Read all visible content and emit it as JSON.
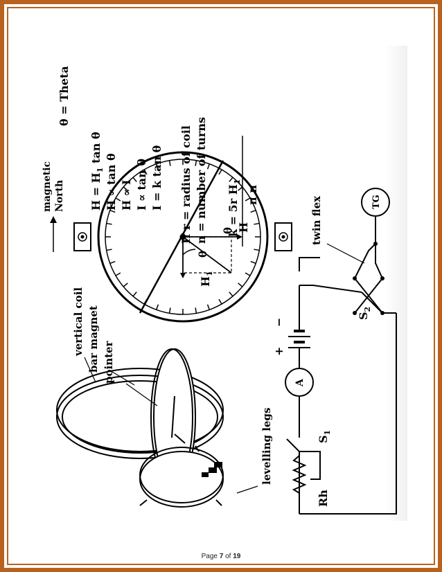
{
  "labels": {
    "vertical_coil": "vertical coil",
    "bar_magnet": "bar magnet",
    "pointer": "pointer",
    "levelling_legs": "levelling legs",
    "magnetic": "magnetic",
    "north": "North",
    "h": "H",
    "h1": "H",
    "h1_sub": "1",
    "theta": "θ",
    "twin_flex": "twin flex",
    "tg": "TG",
    "rh": "Rh",
    "s1": "S",
    "s1_sub": "1",
    "s2": "S",
    "s2_sub": "2",
    "ammeter": "A",
    "plus": "+",
    "minus": "−"
  },
  "equations": {
    "theta_def": "θ = Theta",
    "eq1": "H = H",
    "eq1_sub": "1",
    "eq1_end": " tan θ",
    "eq2": "H ∝ tan θ",
    "eq3": "H ∝ I",
    "eq4": "I ∝ tan θ",
    "eq5": "I = k tan θ",
    "cond1": "If r = radius of coil",
    "cond2": "n = number of turns",
    "k_num": "k = 5r H",
    "k_num_sub": "1",
    "k_den": "π n"
  },
  "footer": {
    "prefix": "Page ",
    "current": "7",
    "of": " of ",
    "total": "19"
  }
}
